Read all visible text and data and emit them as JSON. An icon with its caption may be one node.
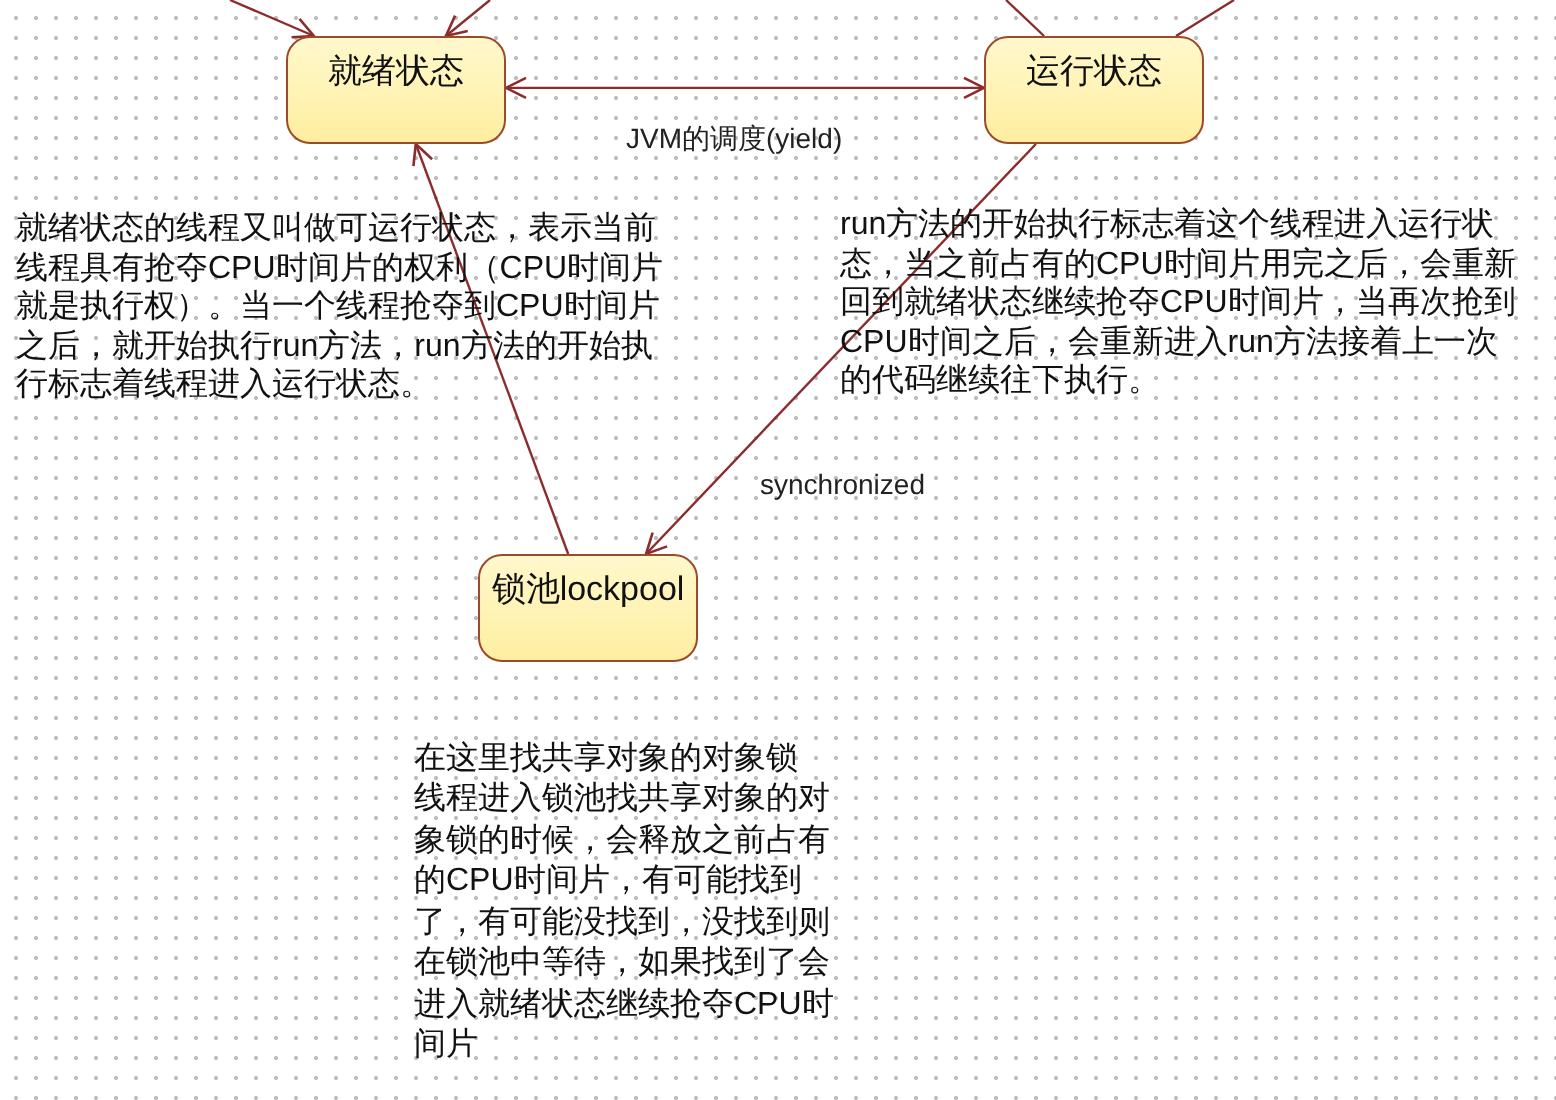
{
  "diagram": {
    "nodes": [
      {
        "text": [
          "就绪状态"
        ]
      },
      {
        "text": [
          "运行状态"
        ]
      },
      {
        "text": [
          "锁池lockpool"
        ]
      }
    ],
    "edges": [
      {
        "from": 0,
        "to": 1,
        "arrow": "both",
        "label": "JVM的调度(yield)"
      },
      {
        "from": 1,
        "to": 2,
        "arrow": "to",
        "label": "synchronized"
      },
      {
        "from": 2,
        "to": 0,
        "arrow": "to"
      },
      {
        "from": null,
        "to": 0,
        "arrow": "to"
      },
      {
        "from": null,
        "to": 0,
        "arrow": "to"
      },
      {
        "from": 1,
        "to": null,
        "arrow": "none"
      },
      {
        "from": 1,
        "to": null,
        "arrow": "none"
      }
    ],
    "labels": [
      "就绪状态的线程又叫做可运行状态，表示当前线程具有抢夺CPU时间片的权利（CPU时间片就是执行权）。当一个线程抢夺到CPU时间片之后，就开始执行run方法，run方法的开始执行标志着线程进入运行状态。",
      "run方法的开始执行标志着这个线程进入运行状态，当之前占有的CPU时间片用完之后，会重新回到就绪状态继续抢夺CPU时间片，当再次抢到CPU时间之后，会重新进入run方法接着上一次的代码继续往下执行。",
      "在这里找共享对象的对象锁",
      "线程进入锁池找共享对象的对象锁的时候，会释放之前占有的CPU时间片，有可能找到了，有可能没找到，没找到则在锁池中等待，如果找到了会进入就绪状态继续抢夺CPU时间片"
    ]
  }
}
